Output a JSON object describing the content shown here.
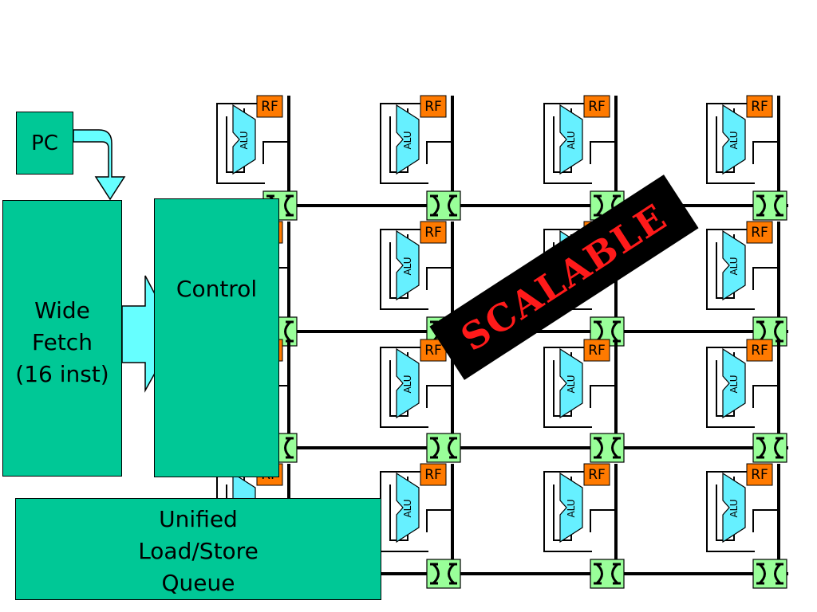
{
  "pc_label": "PC",
  "fetch_lines": [
    "Wide",
    "Fetch",
    "(16 inst)"
  ],
  "control_label": "Control",
  "lsq_lines": [
    "Unified",
    "Load/Store",
    "Queue"
  ],
  "tile_rf_label": "RF",
  "tile_alu_label": "ALU",
  "banner_text": "SCALABLE",
  "grid": {
    "rows": 4,
    "cols": 4
  },
  "colors": {
    "block": "#00c896",
    "rf": "#ff7a00",
    "alu": "#66f0ff",
    "router": "#99ff99",
    "arrow": "#66ffff",
    "banner_bg": "#000000",
    "banner_text": "#ff1a1a"
  },
  "icons": [
    "router-crossbar-icon",
    "alu-shape-icon"
  ]
}
